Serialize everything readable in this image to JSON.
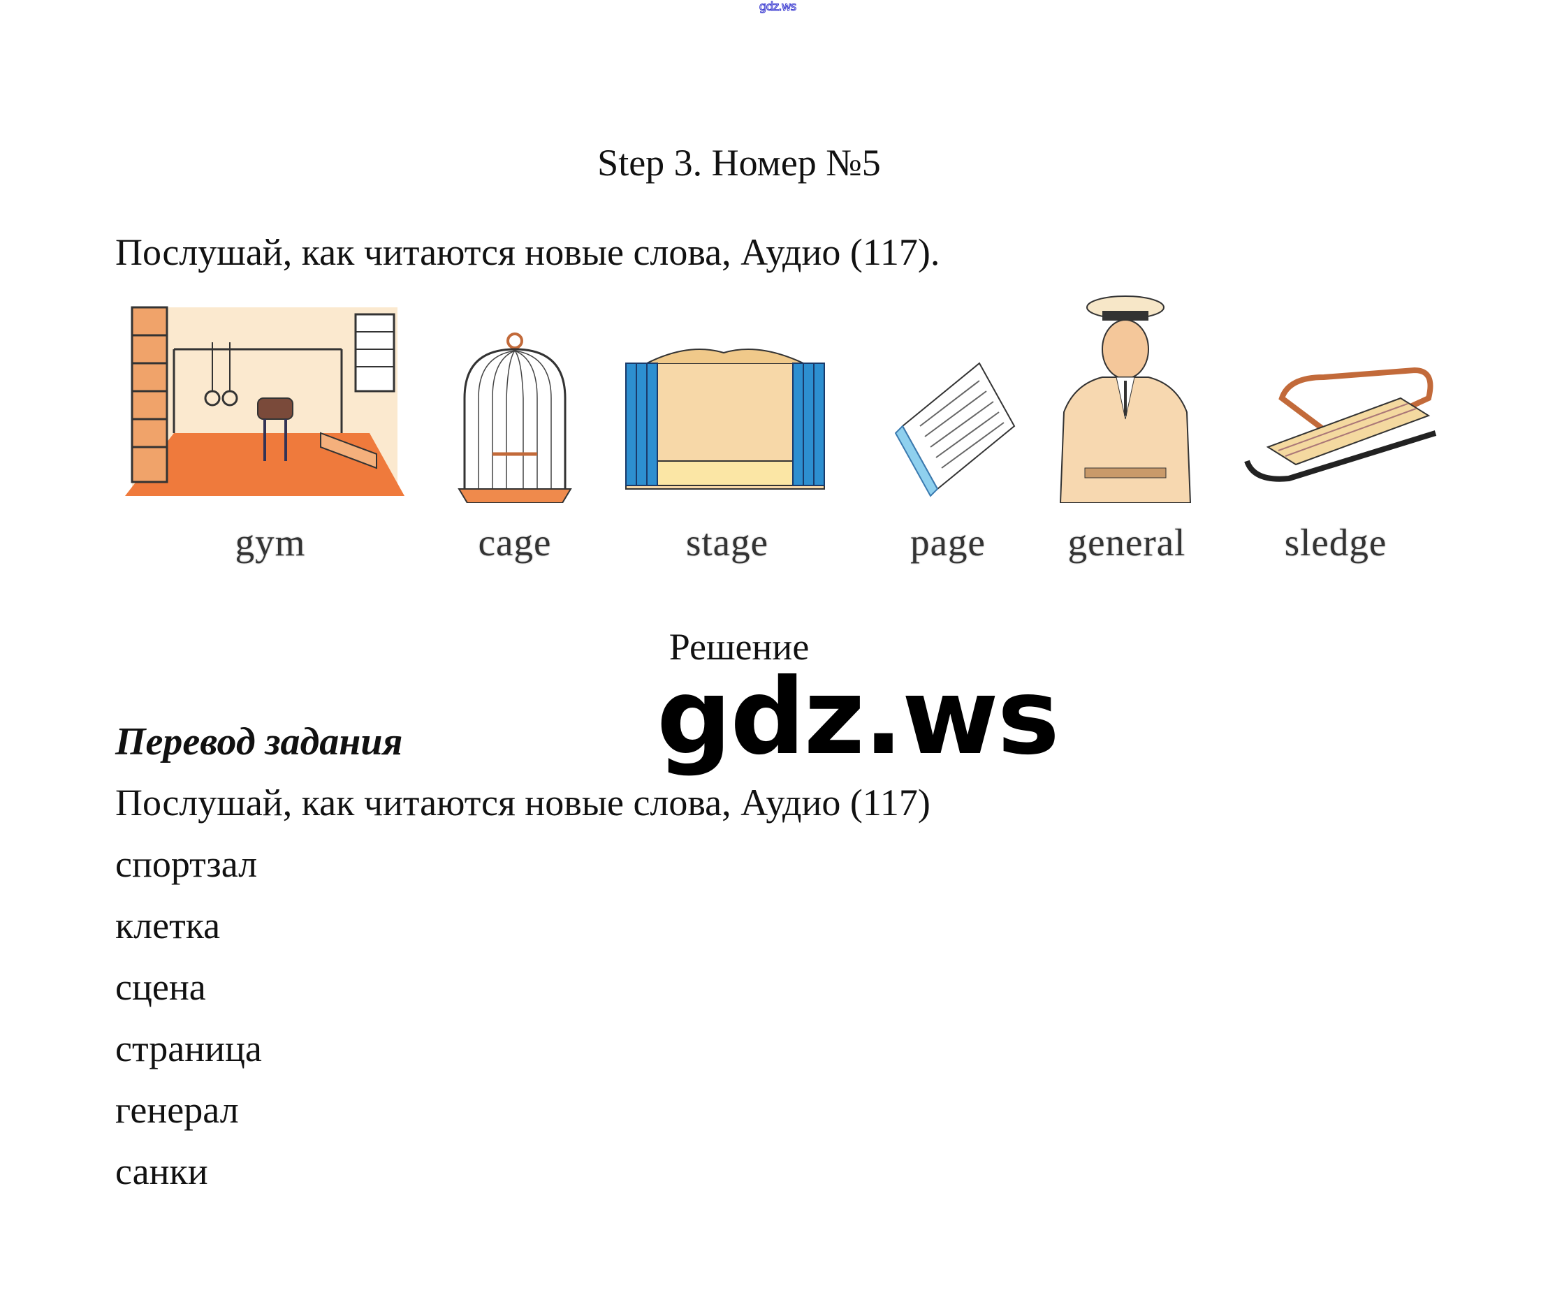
{
  "watermark_top": "gdz.ws",
  "title": "Step 3. Номер №5",
  "instruction": "Послушай, как читаются новые слова, Аудио (117).",
  "pictures": [
    {
      "word": "gym",
      "icon": "gym-illustration"
    },
    {
      "word": "cage",
      "icon": "birdcage-illustration"
    },
    {
      "word": "stage",
      "icon": "stage-illustration"
    },
    {
      "word": "page",
      "icon": "page-illustration"
    },
    {
      "word": "general",
      "icon": "general-illustration"
    },
    {
      "word": "sledge",
      "icon": "sledge-illustration"
    }
  ],
  "solution_heading": "Решение",
  "watermark_big": "gdz.ws",
  "translation_heading": "Перевод задания",
  "translation_instruction": "Послушай, как читаются новые слова, Аудио (117)",
  "translations": [
    "спортзал",
    "клетка",
    "сцена",
    "страница",
    "генерал",
    "санки"
  ]
}
